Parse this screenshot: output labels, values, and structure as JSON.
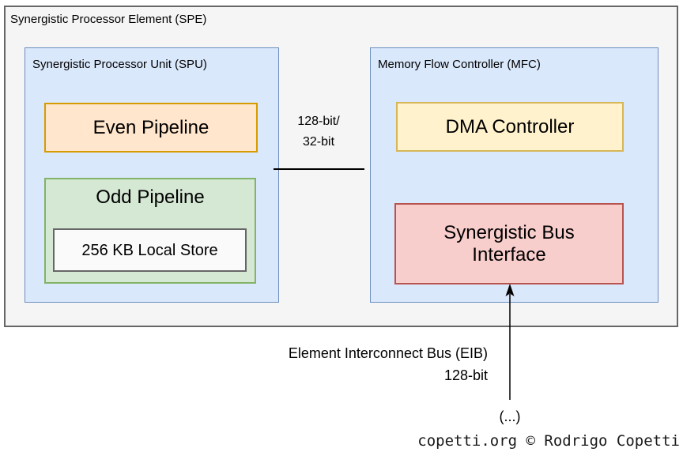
{
  "colors": {
    "spe_fill": "#f5f5f5",
    "spe_border": "#666666",
    "unit_fill": "#dae8fc",
    "unit_border": "#6c8ebf",
    "even_fill": "#ffe6cc",
    "even_border": "#d79b00",
    "odd_fill": "#d5e8d4",
    "odd_border": "#82b366",
    "store_fill": "#fafafa",
    "store_border": "#666666",
    "dma_fill": "#fff2cc",
    "dma_border": "#d6b656",
    "sbi_fill": "#f8cecc",
    "sbi_border": "#b85450",
    "line_color": "#000000"
  },
  "spe": {
    "title": "Synergistic Processor Element (SPE)",
    "spu": {
      "label": "Synergistic Processor Unit (SPU)",
      "even_pipeline": "Even Pipeline",
      "odd_pipeline": "Odd Pipeline",
      "local_store": "256 KB Local Store"
    },
    "mfc": {
      "label": "Memory Flow Controller (MFC)",
      "dma_controller": "DMA Controller",
      "bus_interface": "Synergistic Bus Interface"
    },
    "spu_mfc_bus_label": [
      "128-bit/",
      "32-bit"
    ]
  },
  "eib": {
    "label": "Element Interconnect Bus (EIB)",
    "width": "128-bit",
    "ellipsis": "(...)"
  },
  "attribution": "copetti.org © Rodrigo Copetti"
}
